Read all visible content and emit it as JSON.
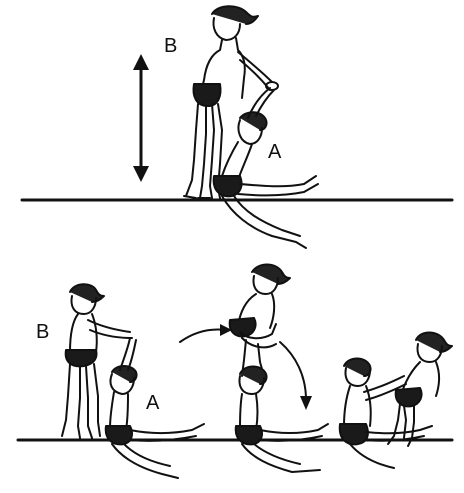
{
  "labels": {
    "top_b": "B",
    "top_a": "A",
    "bottom_b": "B",
    "bottom_a": "A"
  },
  "colors": {
    "ink": "#111111",
    "trunks": "#1a1a1a",
    "background": "#ffffff"
  },
  "icons": {
    "vertical_arrow": "double-headed-arrow-icon",
    "curved_arrows": "curved-arrow-icon"
  }
}
